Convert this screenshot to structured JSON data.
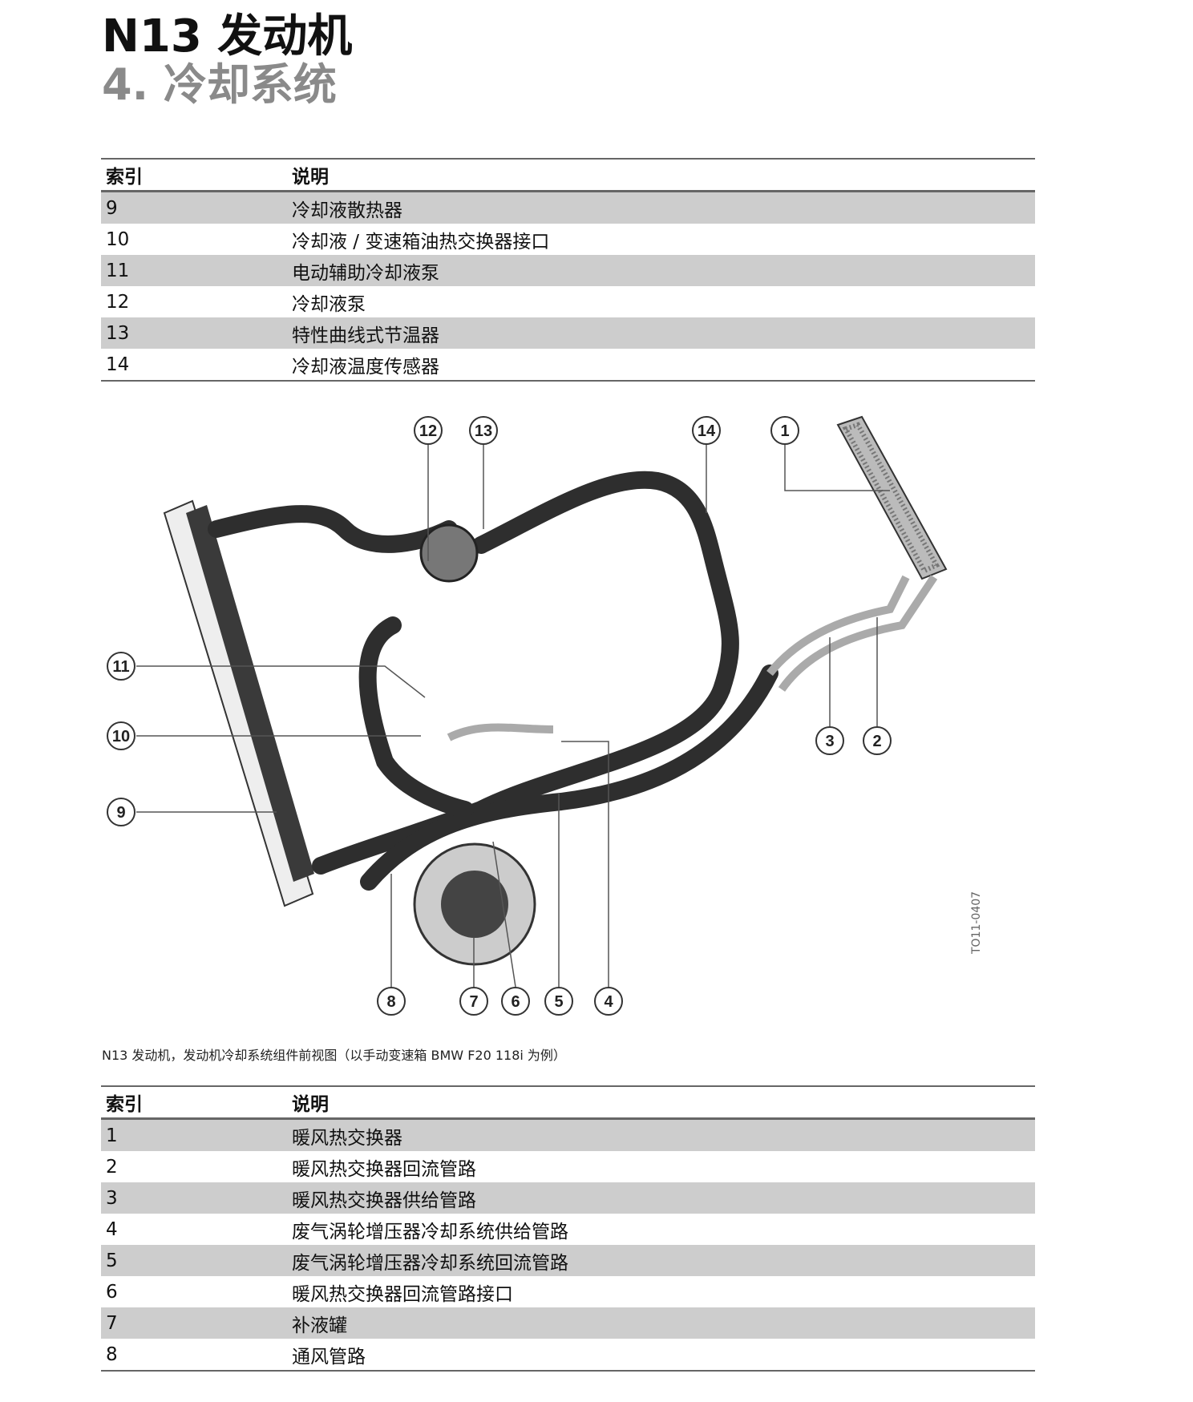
{
  "header": {
    "title": "N13 发动机",
    "subtitle": "4. 冷却系统"
  },
  "table_top": {
    "columns": [
      "索引",
      "说明"
    ],
    "rows": [
      {
        "index": "9",
        "desc": "冷却液散热器"
      },
      {
        "index": "10",
        "desc": "冷却液 / 变速箱油热交换器接口"
      },
      {
        "index": "11",
        "desc": "电动辅助冷却液泵"
      },
      {
        "index": "12",
        "desc": "冷却液泵"
      },
      {
        "index": "13",
        "desc": "特性曲线式节温器"
      },
      {
        "index": "14",
        "desc": "冷却液温度传感器"
      }
    ]
  },
  "diagram": {
    "callouts": [
      "1",
      "2",
      "3",
      "4",
      "5",
      "6",
      "7",
      "8",
      "9",
      "10",
      "11",
      "12",
      "13",
      "14"
    ],
    "code": "TO11-0407"
  },
  "caption": "N13 发动机，发动机冷却系统组件前视图（以手动变速箱 BMW F20 118i 为例）",
  "table_bottom": {
    "columns": [
      "索引",
      "说明"
    ],
    "rows": [
      {
        "index": "1",
        "desc": "暖风热交换器"
      },
      {
        "index": "2",
        "desc": "暖风热交换器回流管路"
      },
      {
        "index": "3",
        "desc": "暖风热交换器供给管路"
      },
      {
        "index": "4",
        "desc": "废气涡轮增压器冷却系统供给管路"
      },
      {
        "index": "5",
        "desc": "废气涡轮增压器冷却系统回流管路"
      },
      {
        "index": "6",
        "desc": "暖风热交换器回流管路接口"
      },
      {
        "index": "7",
        "desc": "补液罐"
      },
      {
        "index": "8",
        "desc": "通风管路"
      }
    ]
  }
}
